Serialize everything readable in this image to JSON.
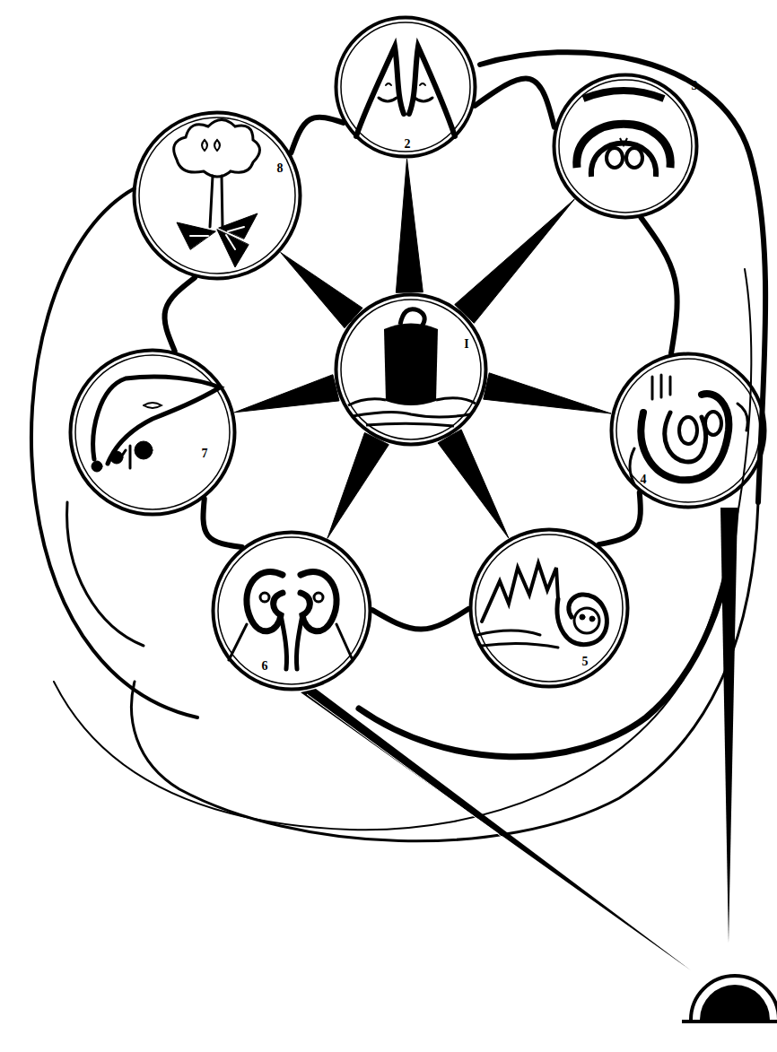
{
  "diagram": {
    "nodes": [
      {
        "text": [
          "I"
        ]
      },
      {
        "text": [
          "2"
        ]
      },
      {
        "text": [
          "3"
        ]
      },
      {
        "text": [
          "4"
        ]
      },
      {
        "text": [
          "5"
        ]
      },
      {
        "text": [
          "6"
        ]
      },
      {
        "text": [
          "7"
        ]
      },
      {
        "text": [
          "8"
        ]
      }
    ],
    "edges": [
      {
        "from": 0,
        "to": 1,
        "arrow": "none"
      },
      {
        "from": 0,
        "to": 2,
        "arrow": "none"
      },
      {
        "from": 0,
        "to": 3,
        "arrow": "none"
      },
      {
        "from": 0,
        "to": 4,
        "arrow": "none"
      },
      {
        "from": 0,
        "to": 5,
        "arrow": "none"
      },
      {
        "from": 0,
        "to": 6,
        "arrow": "none"
      },
      {
        "from": 0,
        "to": 7,
        "arrow": "none"
      },
      {
        "from": 7,
        "to": 1,
        "arrow": "none"
      },
      {
        "from": 1,
        "to": 2,
        "arrow": "none"
      },
      {
        "from": 2,
        "to": 3,
        "arrow": "none"
      },
      {
        "from": 3,
        "to": 4,
        "arrow": "none"
      },
      {
        "from": 4,
        "to": 5,
        "arrow": "none"
      },
      {
        "from": 5,
        "to": 6,
        "arrow": "none"
      },
      {
        "from": 6,
        "to": 7,
        "arrow": "none"
      }
    ]
  }
}
